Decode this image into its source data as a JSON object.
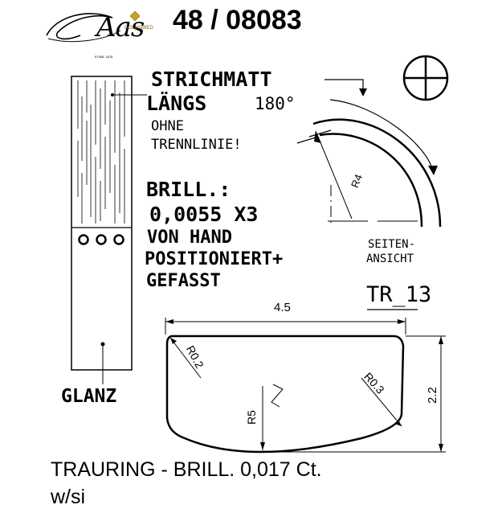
{
  "header": {
    "logo_text": "Aas",
    "logo_subtext": "GOLDSMIED",
    "logo_tagline": "ETABL 1878",
    "article_number": "48 / 08083"
  },
  "notes": {
    "finish_line1": "STRICHMATT",
    "finish_line2": "LÄNGS",
    "finish_angle": "180°",
    "finish_line3": "OHNE",
    "finish_line4": "TRENNLINIE!",
    "stones_label": "BRILL.:",
    "stones_value": "0,0055 X3",
    "setting_line1": "VON HAND",
    "setting_line2": "POSITIONIERT+",
    "setting_line3": "GEFASST",
    "polish_label": "GLANZ"
  },
  "side_view": {
    "label_line1": "SEITEN-",
    "label_line2": "ANSICHT",
    "radius_label": "R4"
  },
  "profile": {
    "code": "TR_13",
    "width_label": "4.5",
    "height_label": "2.2",
    "radius_left": "R0.2",
    "radius_right": "R0.3",
    "radius_bottom": "R5"
  },
  "footer": {
    "description": "TRAURING - BRILL. 0,017 Ct.",
    "metal": "w/si"
  },
  "colors": {
    "line": "#000000",
    "logo_gold": "#c9a227",
    "background": "#ffffff"
  },
  "icons": {
    "crosshair": "crosshair-icon",
    "stones": "brilliant-stone-icon"
  }
}
